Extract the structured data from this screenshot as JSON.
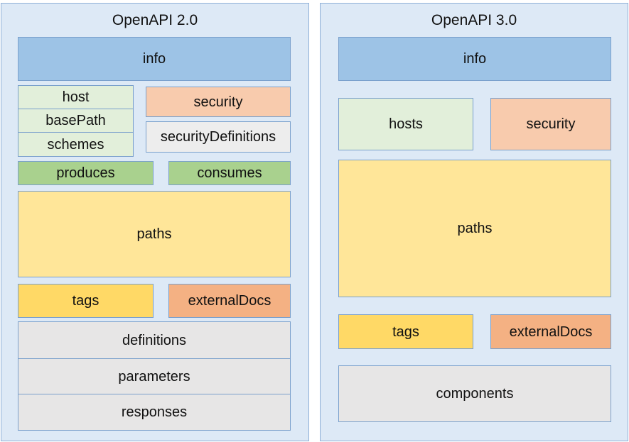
{
  "v2": {
    "title": "OpenAPI 2.0",
    "info": "info",
    "host": "host",
    "basePath": "basePath",
    "schemes": "schemes",
    "security": "security",
    "securityDefinitions": "securityDefinitions",
    "produces": "produces",
    "consumes": "consumes",
    "paths": "paths",
    "tags": "tags",
    "externalDocs": "externalDocs",
    "definitions": "definitions",
    "parameters": "parameters",
    "responses": "responses"
  },
  "v3": {
    "title": "OpenAPI 3.0",
    "info": "info",
    "hosts": "hosts",
    "security": "security",
    "paths": "paths",
    "tags": "tags",
    "externalDocs": "externalDocs",
    "components": "components"
  },
  "colors": {
    "panel_background": "#dde9f6",
    "info": "#9dc3e6",
    "host": "#e2efda",
    "security": "#f8cbad",
    "media_types": "#a9d18e",
    "paths": "#ffe699",
    "tags": "#ffd966",
    "externalDocs": "#f4b183",
    "reusable": "#e7e6e6"
  }
}
